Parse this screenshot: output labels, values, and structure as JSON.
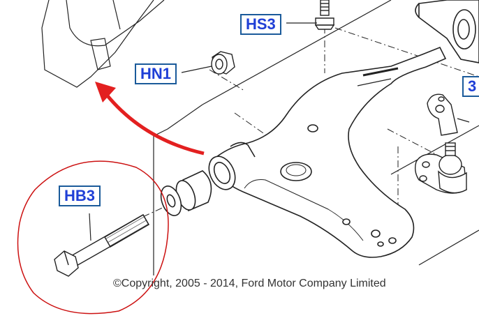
{
  "callouts": {
    "hs3": "HS3",
    "hn1": "HN1",
    "hb3": "HB3",
    "partial_3": "3"
  },
  "copyright": "©Copyright, 2005 - 2014, Ford Motor Company Limited",
  "colors": {
    "callout_text": "#1f3fd6",
    "callout_border": "#1a5a9a",
    "arrow": "#e32020",
    "circle": "#cc1111",
    "line_art": "#222222"
  }
}
